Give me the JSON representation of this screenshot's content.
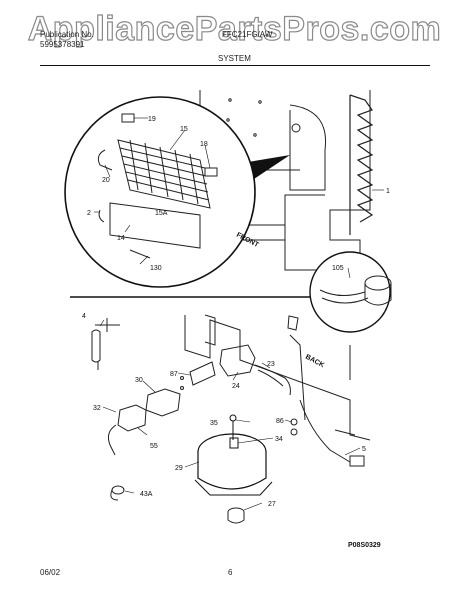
{
  "watermark": "AppliancePartsPros.com",
  "header": {
    "left_line1": "Publication No.",
    "left_line2": "5995378391",
    "center_top": "FFC21FG/AW",
    "title": "SYSTEM"
  },
  "callouts": [
    "19",
    "15",
    "18",
    "20",
    "2",
    "15A",
    "14",
    "130",
    "1",
    "105",
    "4",
    "87",
    "24",
    "23",
    "30",
    "32",
    "55",
    "35",
    "86",
    "34",
    "29",
    "43A",
    "27",
    "5"
  ],
  "labels": {
    "front": "FRONT",
    "back": "BACK"
  },
  "figure_code": "P08S0329",
  "footer": {
    "date": "06/02",
    "page": "6"
  }
}
